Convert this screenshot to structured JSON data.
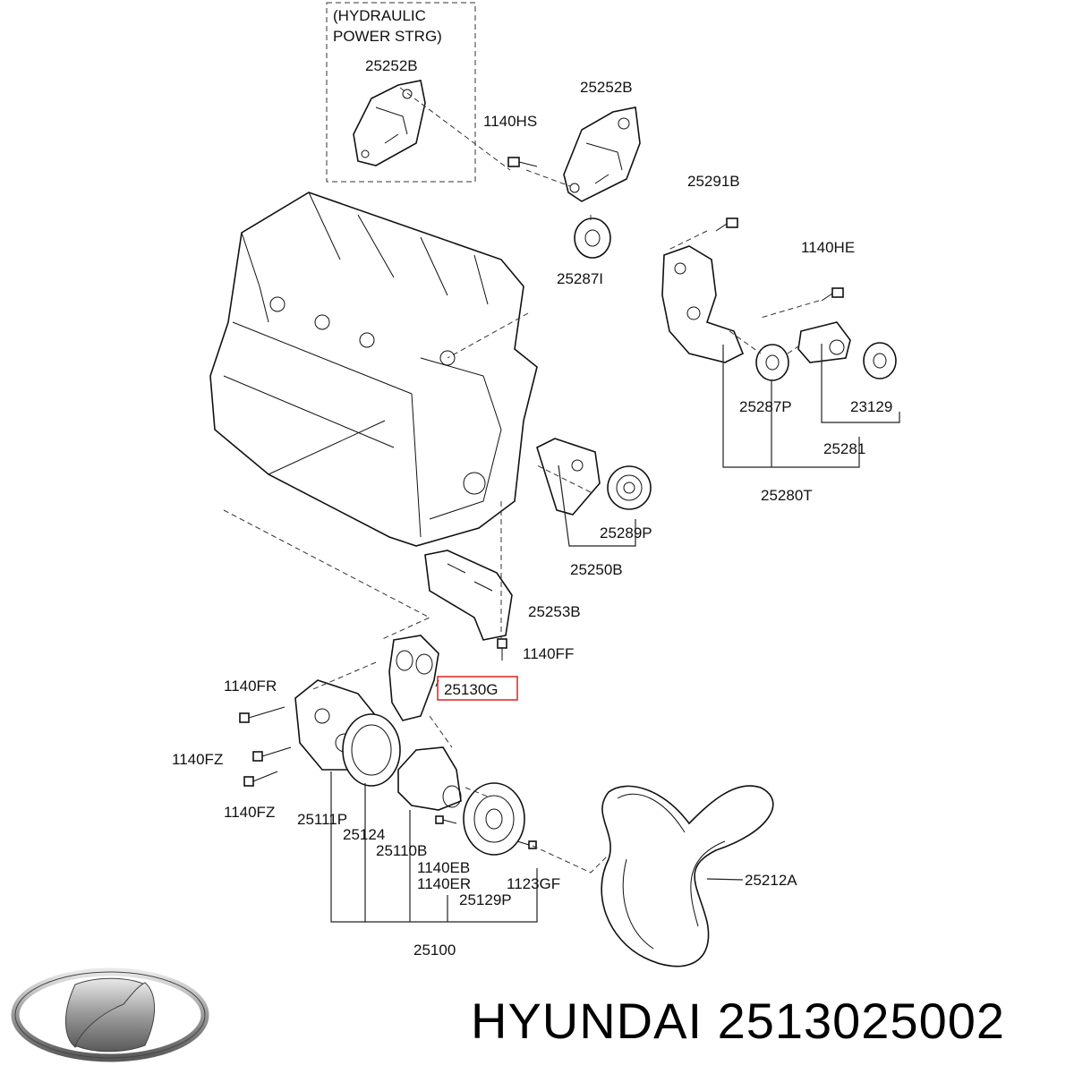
{
  "callout_note": {
    "line1": "(HYDRAULIC",
    "line2": "POWER STRG)"
  },
  "labels": {
    "p25252B_a": "25252B",
    "p25252B_b": "25252B",
    "p1140HS": "1140HS",
    "p25291B": "25291B",
    "p1140HE": "1140HE",
    "p25287I": "25287I",
    "p25287P": "25287P",
    "p23129": "23129",
    "p25281": "25281",
    "p25280T": "25280T",
    "p25289P": "25289P",
    "p25250B": "25250B",
    "p25253B": "25253B",
    "p1140FF": "1140FF",
    "p25130G": "25130G",
    "p1140FR": "1140FR",
    "p1140FZ_a": "1140FZ",
    "p1140FZ_b": "1140FZ",
    "p25111P": "25111P",
    "p25124": "25124",
    "p25110B": "25110B",
    "p1140EB": "1140EB",
    "p1140ER": "1140ER",
    "p1123GF": "1123GF",
    "p25129P": "25129P",
    "p25212A": "25212A",
    "p25100": "25100"
  },
  "highlight_color": "#e02020",
  "footer": {
    "brand": "HYUNDAI 2513025002"
  },
  "icons": {
    "logo": "hyundai-logo-icon"
  }
}
